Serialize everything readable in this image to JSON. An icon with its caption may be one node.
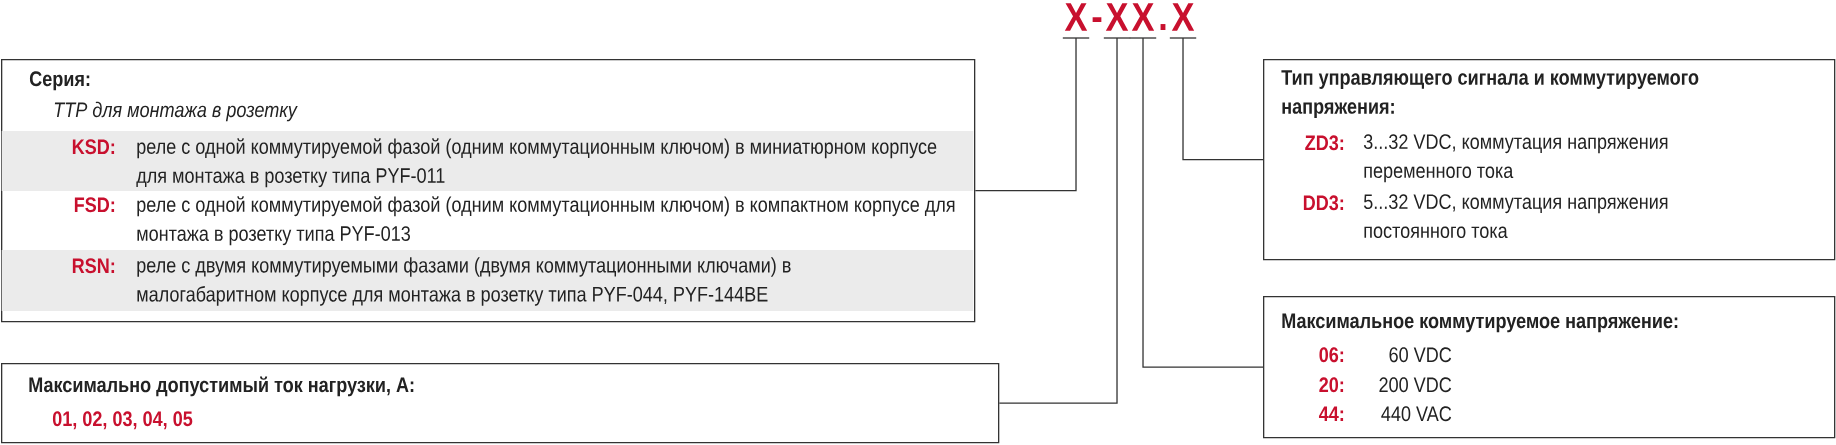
{
  "diagram": {
    "nodes": [
      {
        "text": [
          "X"
        ]
      },
      {
        "text": [
          "X"
        ]
      },
      {
        "text": [
          "X"
        ]
      },
      {
        "text": [
          "X"
        ]
      },
      {
        "text": [
          "Серия:",
          "ТТР для монтажа в розетку",
          "KSD:",
          "реле с одной коммутируемой фазой (одним коммутационным ключом) в миниатюрном корпусе для монтажа в розетку типа PYF-011",
          "FSD:",
          "реле с одной коммутируемой фазой (одним коммутационным ключом) в компактном корпусе для монтажа в розетку типа PYF-013",
          "RSN:",
          "реле с двумя коммутируемыми фазами (двумя коммутационными ключами) в малогабаритном корпусе для монтажа в розетку типа PYF-044, PYF-144BE"
        ]
      },
      {
        "text": [
          "Тип управляющего сигнала и коммутируемого напряжения:",
          "ZD3:",
          "3...32 VDC, коммутация напряжения переменного тока",
          "DD3:",
          "5...32 VDC, коммутация напряжения постоянного тока"
        ]
      },
      {
        "text": [
          "Максимально допустимый ток нагрузки, А:",
          "01, 02, 03, 04, 05"
        ]
      },
      {
        "text": [
          "Максимальное коммутируемое напряжение:",
          "06:",
          "60 VDC",
          "20:",
          "200 VDC",
          "44:",
          "440 VAC"
        ]
      }
    ],
    "edges": [
      {
        "from": 0,
        "to": 4,
        "arrow": "none"
      },
      {
        "from": 1,
        "to": 6,
        "arrow": "none"
      },
      {
        "from": 2,
        "to": 7,
        "arrow": "none"
      },
      {
        "from": 3,
        "to": 5,
        "arrow": "none"
      }
    ],
    "labels": [
      "-",
      "."
    ]
  }
}
